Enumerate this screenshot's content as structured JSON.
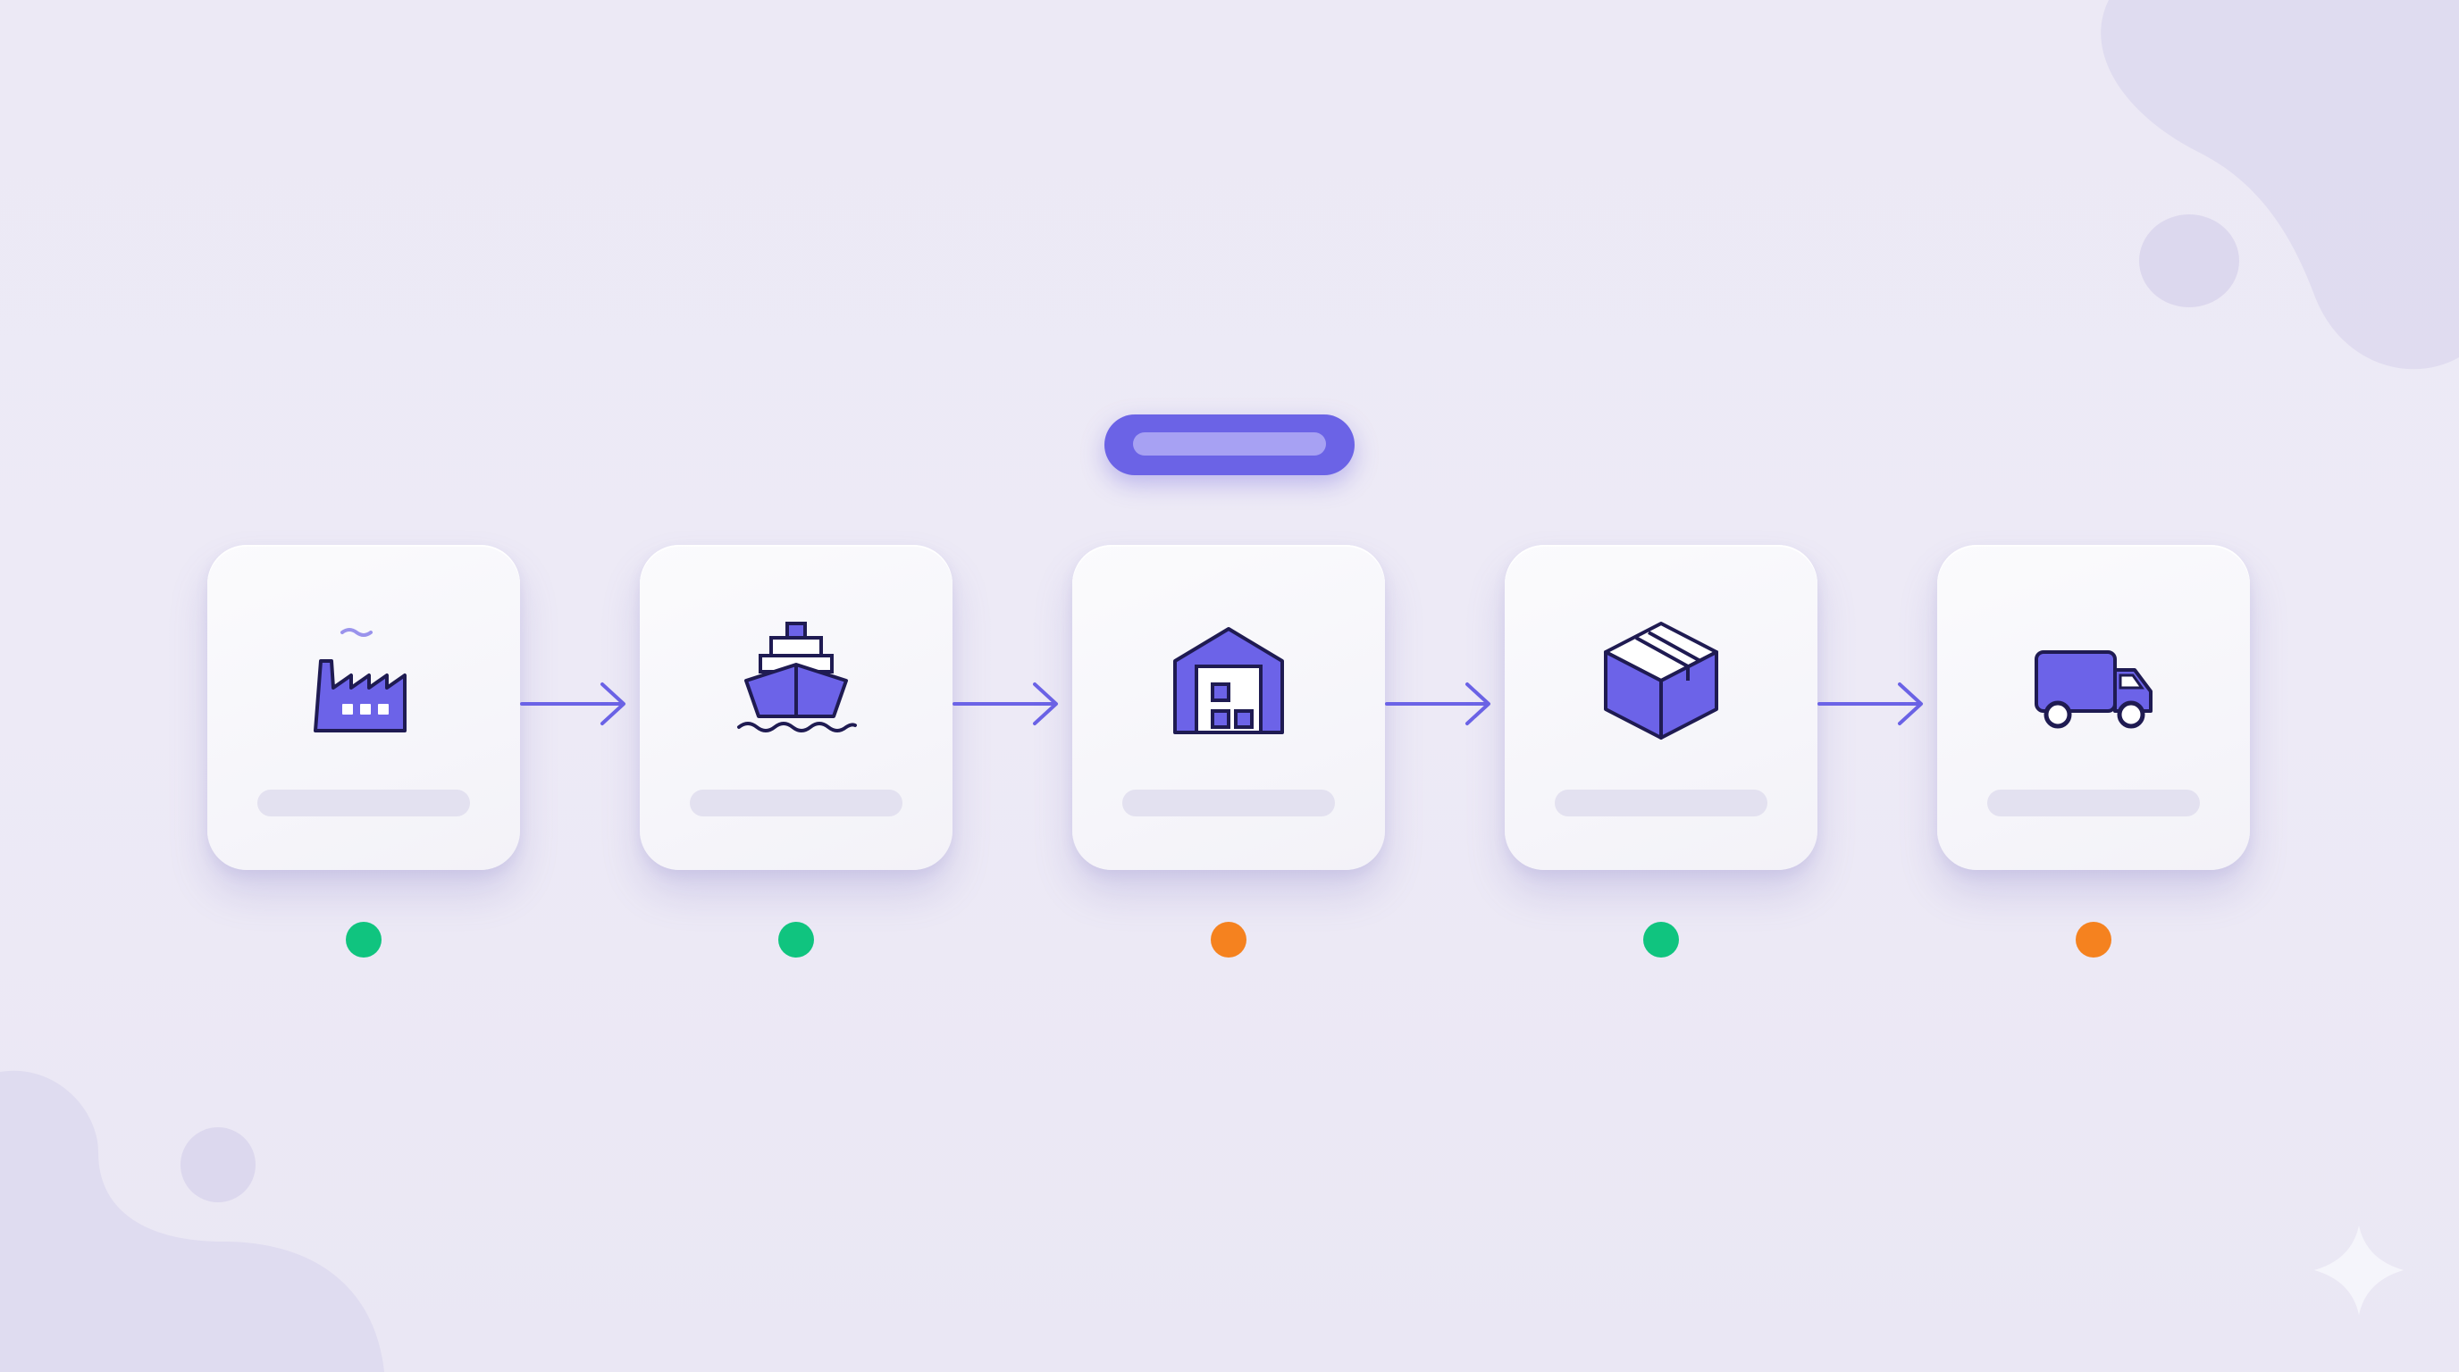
{
  "diagram": {
    "theme": {
      "accent": "#6b63e6",
      "icon_fill": "#6c63e8",
      "icon_stroke": "#1f1b52",
      "card_bg": "#f7f6fb",
      "placeholder_bar": "#e3e1f0",
      "status_complete": "#10c47f",
      "status_pending": "#f5821f"
    },
    "active_badge": {
      "label": "",
      "step": 3
    },
    "steps": [
      {
        "id": "factory",
        "icon": "factory-icon",
        "label": "",
        "status": "complete",
        "status_color": "#10c47f"
      },
      {
        "id": "ship",
        "icon": "ship-icon",
        "label": "",
        "status": "complete",
        "status_color": "#10c47f"
      },
      {
        "id": "warehouse",
        "icon": "warehouse-icon",
        "label": "",
        "status": "pending",
        "status_color": "#f5821f"
      },
      {
        "id": "package",
        "icon": "package-icon",
        "label": "",
        "status": "complete",
        "status_color": "#10c47f"
      },
      {
        "id": "truck",
        "icon": "truck-icon",
        "label": "",
        "status": "pending",
        "status_color": "#f5821f"
      }
    ],
    "connectors": [
      "arrow-right-icon",
      "arrow-right-icon",
      "arrow-right-icon",
      "arrow-right-icon"
    ]
  }
}
